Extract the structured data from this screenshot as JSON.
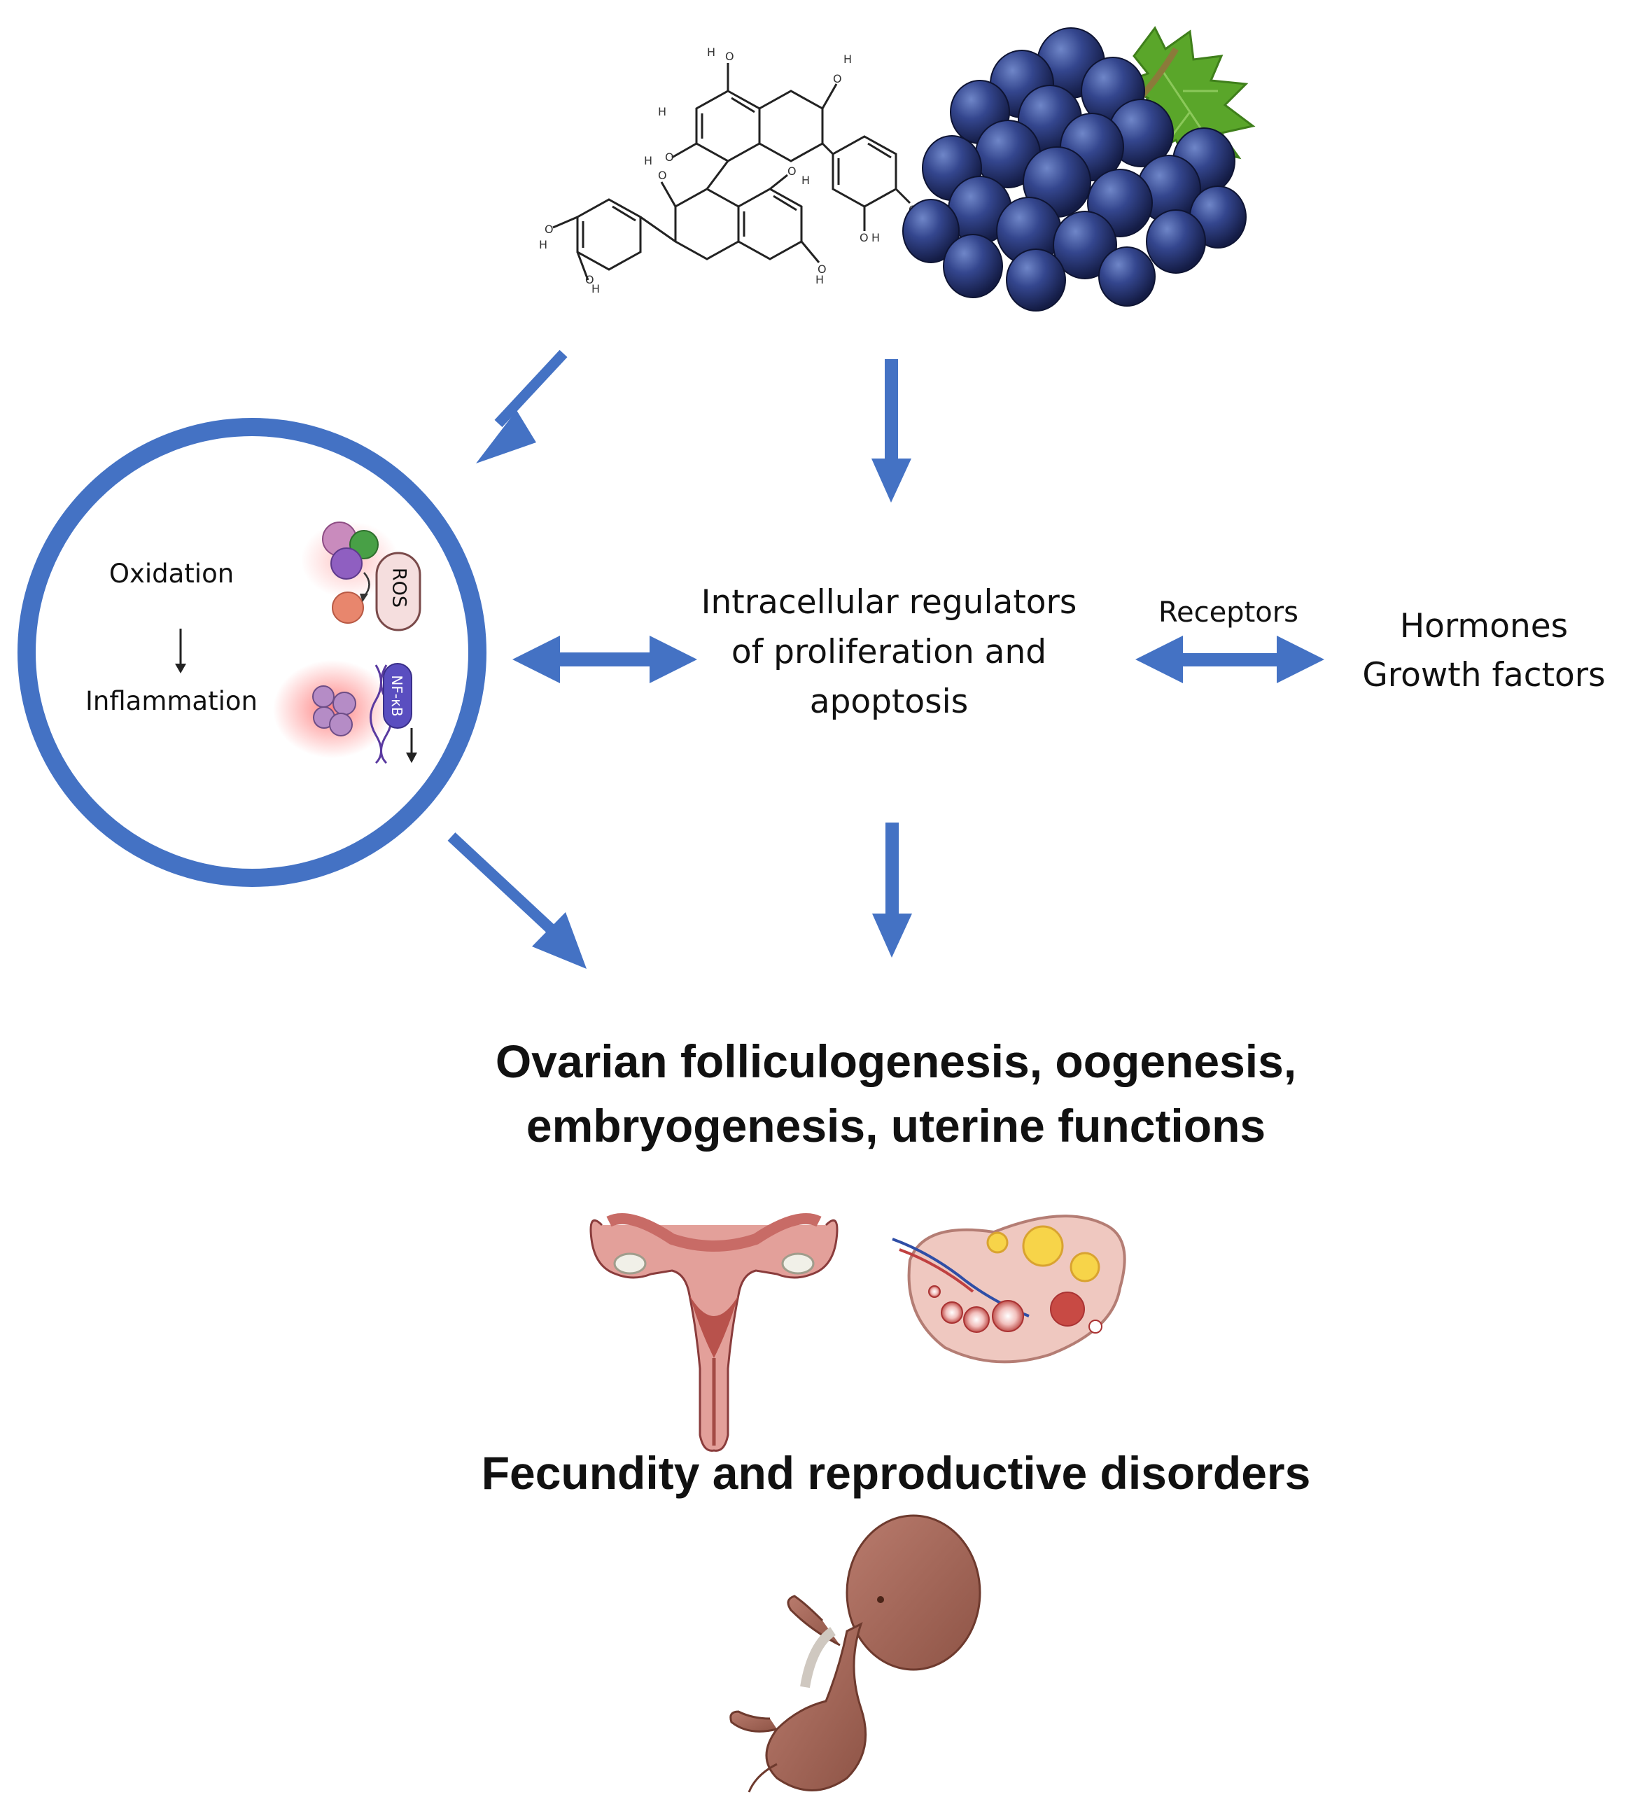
{
  "circle": {
    "oxidation": "Oxidation",
    "inflammation": "Inflammation",
    "ros": "ROS",
    "nfkb": "NF-κB"
  },
  "molecule_labels": [
    "H",
    "O",
    "H",
    "O",
    "H",
    "O",
    "H",
    "O",
    "H",
    "O",
    "H",
    "O",
    "H",
    "O",
    "H",
    "O",
    "H",
    "O",
    "H",
    "O"
  ],
  "center_text": {
    "line1": "Intracellular regulators",
    "line2": "of proliferation and",
    "line3": "apoptosis"
  },
  "receptors": "Receptors",
  "right_text": {
    "line1": "Hormones",
    "line2": "Growth factors"
  },
  "heading1": {
    "line1": "Ovarian folliculogenesis, oogenesis,",
    "line2": "embryogenesis, uterine functions"
  },
  "heading2": "Fecundity and reproductive disorders",
  "colors": {
    "arrow_blue": "#4472C4",
    "grape": "#2f3f7a",
    "leaf": "#5aa62a",
    "tissue": "#c98c83",
    "fetus": "#a86a5c"
  },
  "icons": [
    "procyanidin-molecule-icon",
    "grapes-icon",
    "immune-cells-icon",
    "uterus-icon",
    "ovary-icon",
    "fetus-icon"
  ]
}
